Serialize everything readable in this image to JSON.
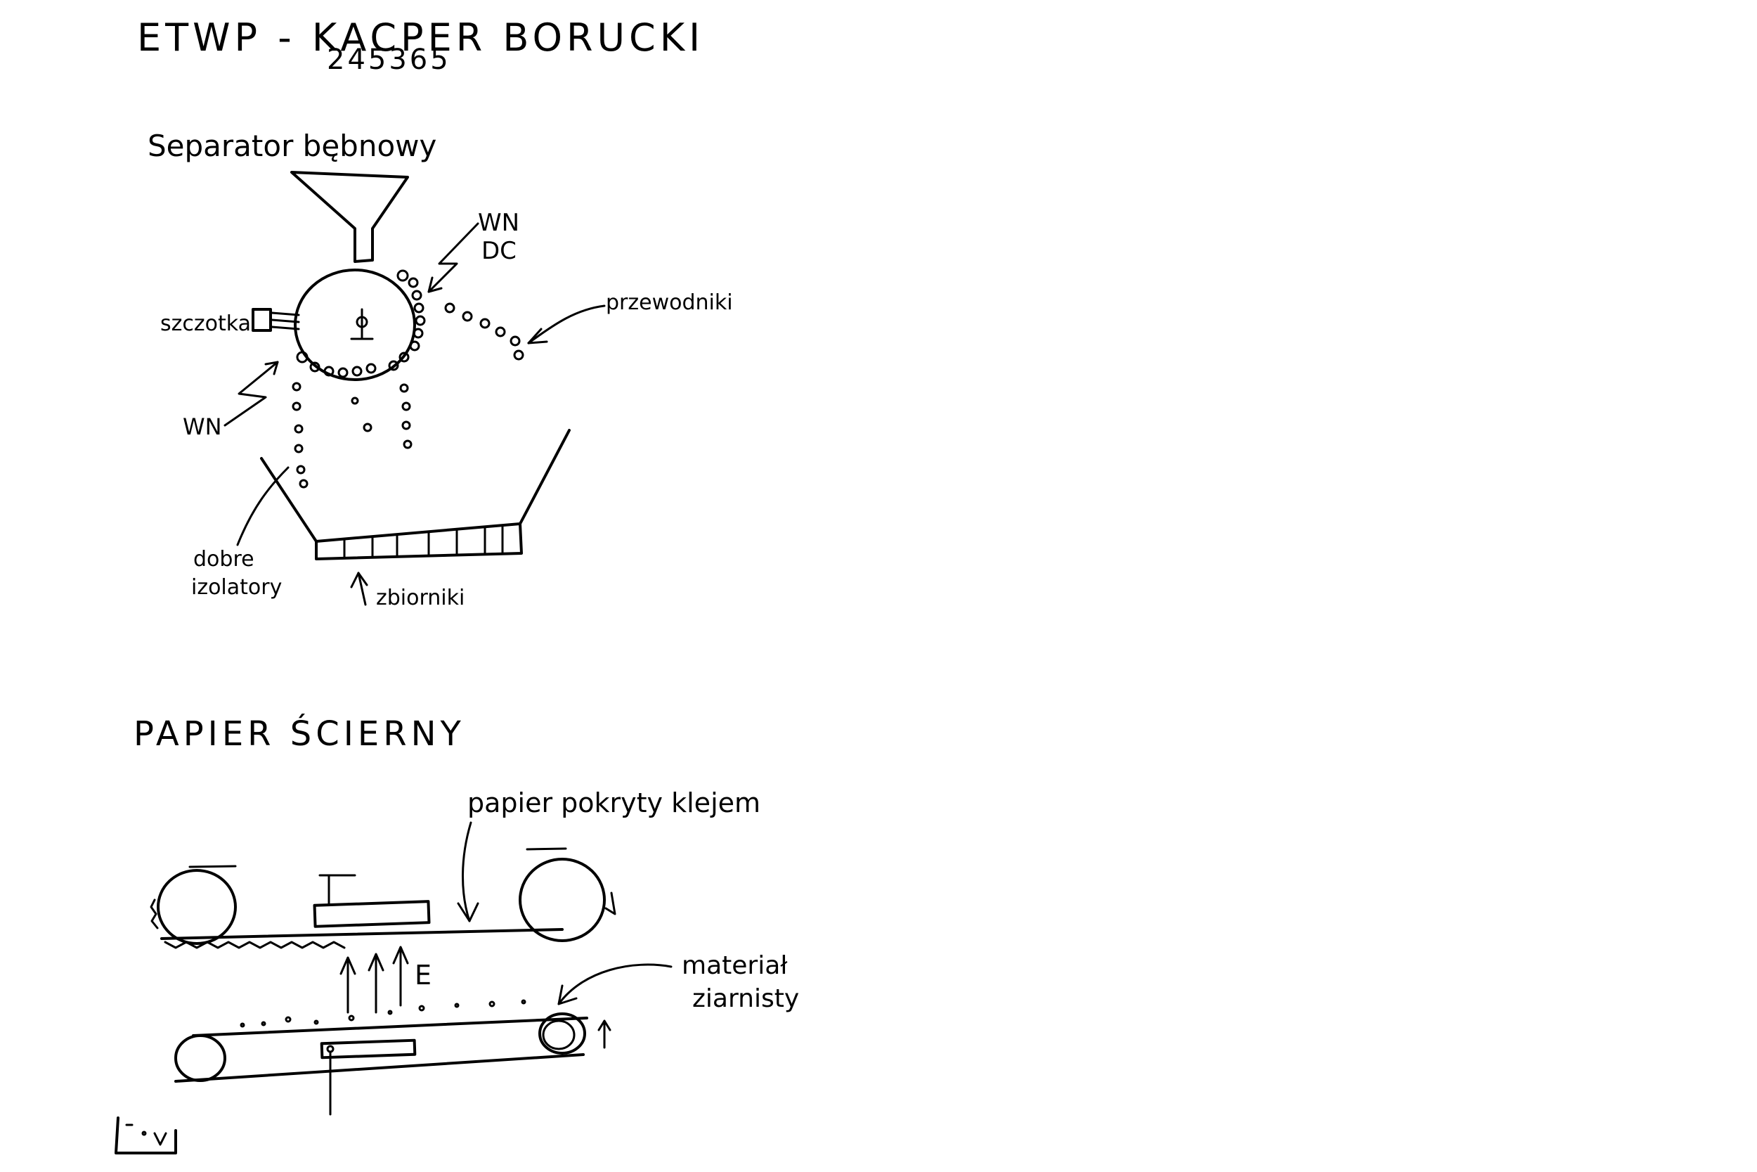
{
  "header": {
    "line1": "ETWP - KACPER BORUCKI",
    "line2": "245365"
  },
  "section1": {
    "title": "Separator bębnowy",
    "labels": {
      "wn_dc_top_1": "WN",
      "wn_dc_top_2": "DC",
      "brush": "szczotka",
      "conductors": "przewodniki",
      "wn_left": "WN",
      "good_insulators_1": "dobre",
      "good_insulators_2": "izolatory",
      "containers": "zbiorniki"
    }
  },
  "section2": {
    "title": "PAPIER ŚCIERNY",
    "labels": {
      "glue_paper": "papier pokryty klejem",
      "field": "E",
      "granular_1": "materiał",
      "granular_2": "ziarnisty"
    }
  },
  "colors": {
    "ink": "#000000",
    "background": "#ffffff"
  }
}
